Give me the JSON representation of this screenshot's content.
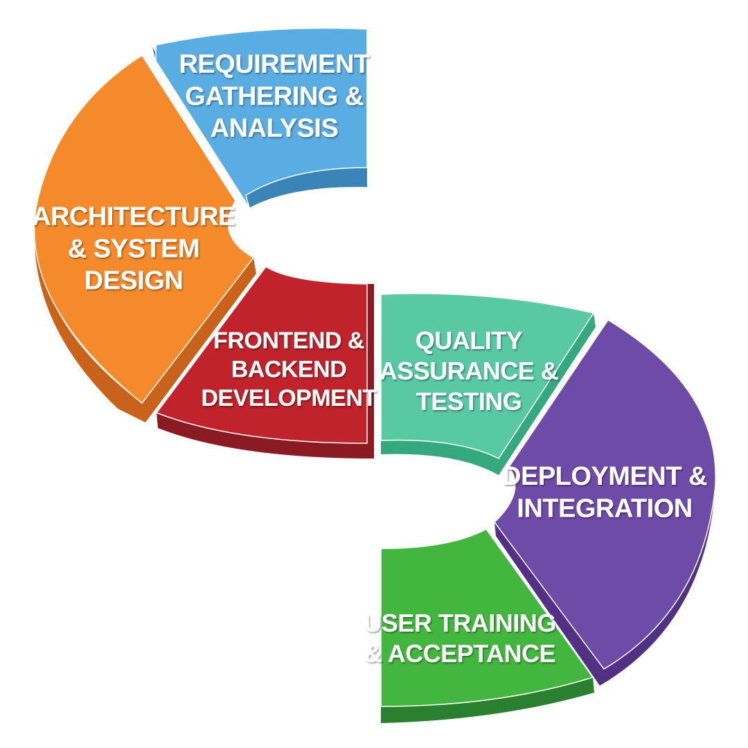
{
  "segments": [
    {
      "id": "requirement",
      "lines": [
        "REQUIREMENT",
        "GATHERING &",
        "ANALYSIS"
      ],
      "top_color": "#5aade3",
      "side_color": "#3a84b8"
    },
    {
      "id": "architecture",
      "lines": [
        "ARCHITECTURE",
        "& SYSTEM",
        "DESIGN"
      ],
      "top_color": "#f48a2c",
      "side_color": "#c9621a"
    },
    {
      "id": "development",
      "lines": [
        "FRONTEND &",
        "BACKEND",
        "DEVELOPMENT"
      ],
      "top_color": "#c0232b",
      "side_color": "#8b1b22"
    },
    {
      "id": "testing",
      "lines": [
        "QUALITY",
        "ASSURANCE &",
        "TESTING"
      ],
      "top_color": "#59c9a3",
      "side_color": "#35a880"
    },
    {
      "id": "deployment",
      "lines": [
        "DEPLOYMENT &",
        "INTEGRATION"
      ],
      "top_color": "#6f4ba8",
      "side_color": "#523184"
    },
    {
      "id": "training",
      "lines": [
        "USER TRAINING",
        "& ACCEPTANCE"
      ],
      "top_color": "#43b63f",
      "side_color": "#2b8030"
    }
  ]
}
